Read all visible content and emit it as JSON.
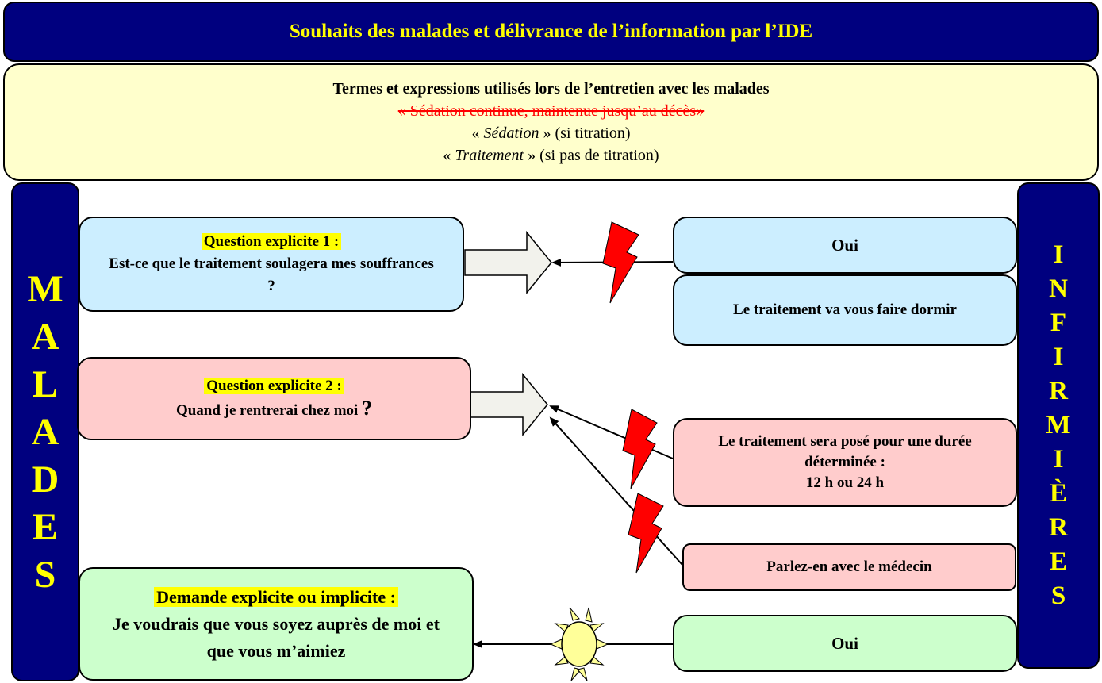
{
  "title": "Souhaits des malades et délivrance de l’information par l’IDE",
  "terms": {
    "heading": "Termes et expressions utilisés lors de l’entretien avec les malades",
    "struck": "« Sédation continue, maintenue jusqu’au décès»",
    "line2_open": "« ",
    "line2_term": "Sédation",
    "line2_close": " » (si titration)",
    "line3_open": "« ",
    "line3_term": "Traitement",
    "line3_close": " » (si pas de titration)"
  },
  "left_banner": [
    "M",
    "A",
    "L",
    "A",
    "D",
    "E",
    "S"
  ],
  "right_banner": [
    "I",
    "N",
    "F",
    "I",
    "R",
    "M",
    "I",
    "È",
    "R",
    "E",
    "S"
  ],
  "question1": {
    "label": "Question explicite 1 :",
    "text": "Est-ce que le traitement soulagera mes souffrances ?"
  },
  "question2": {
    "label": "Question explicite 2 :",
    "text": "Quand je rentrerai chez moi",
    "mark": "?"
  },
  "question3": {
    "label": "Demande explicite ou implicite :",
    "text": "Je voudrais que vous soyez auprès de moi et que vous m’aimiez"
  },
  "answers": {
    "a1": "Oui",
    "a2": "Le traitement va vous faire dormir",
    "a3_line1": "Le traitement sera posé pour une durée déterminée :",
    "a3_line2": "12 h ou 24 h",
    "a4": "Parlez-en avec le médecin",
    "a5": "Oui"
  },
  "colors": {
    "banner": "#00007f",
    "banner_text": "#ffff00",
    "terms_bg": "#ffffcc",
    "blue_box": "#cceeff",
    "pink_box": "#ffcccc",
    "green_box": "#ccffcc",
    "lightning": "#ff0000",
    "sun": "#ffff99"
  },
  "icons": [
    "lightning-icon",
    "sun-icon",
    "block-arrow-icon"
  ]
}
